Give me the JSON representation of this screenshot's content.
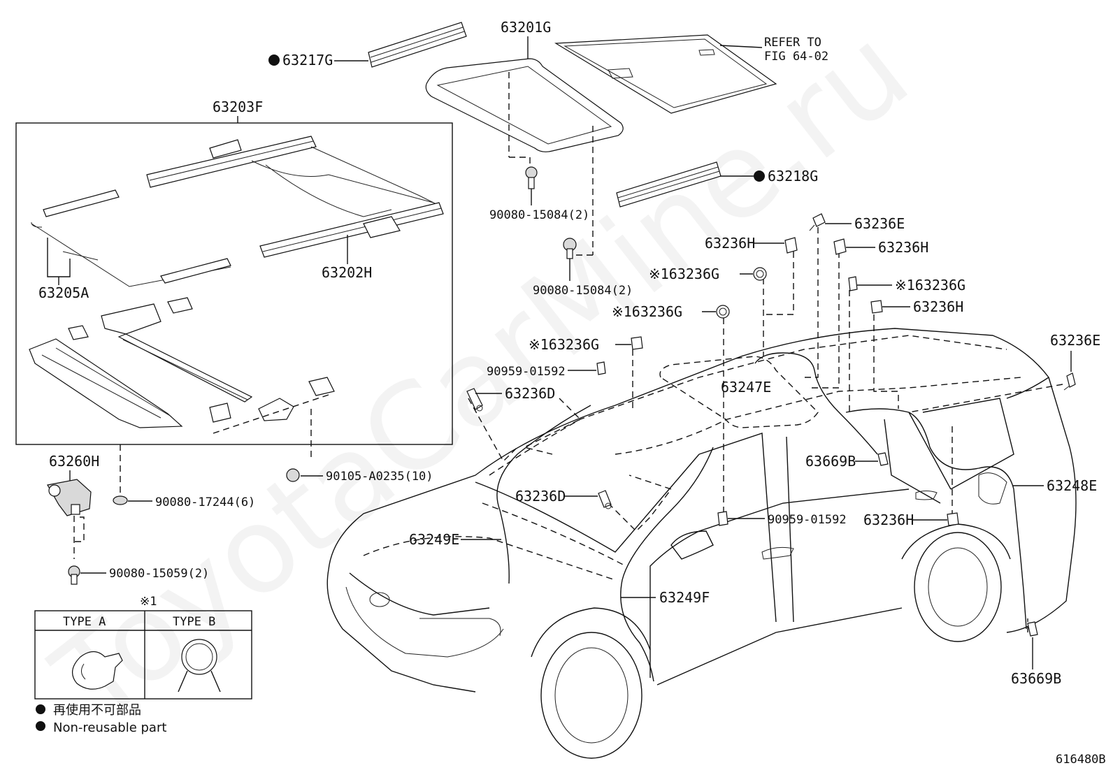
{
  "diagram": {
    "watermark": "ToyotaCarMine.ru",
    "figure_id": "616480B",
    "refer_note": [
      "REFER TO",
      "FIG 64-02"
    ],
    "labels": {
      "p63201G": "63201G",
      "p63217G": "63217G",
      "p63218G": "63218G",
      "p63203F": "63203F",
      "p63202H": "63202H",
      "p63205A": "63205A",
      "p63260H": "63260H",
      "b90080_15084a": "90080-15084(2)",
      "b90080_15084b": "90080-15084(2)",
      "b90105": "90105-A0235(10)",
      "b90080_17244": "90080-17244(6)",
      "b90080_15059": "90080-15059(2)",
      "p63236E_a": "63236E",
      "p63236E_b": "63236E",
      "p63236H_a": "63236H",
      "p63236H_b": "63236H",
      "p63236H_c": "63236H",
      "p63236H_d": "63236H",
      "p63236G_a": "※163236G",
      "p63236G_b": "※163236G",
      "p63236G_c": "※163236G",
      "p63236G_d": "※163236G",
      "b90959_a": "90959-01592",
      "b90959_b": "90959-01592",
      "p63236D_a": "63236D",
      "p63236D_b": "63236D",
      "p63247E": "63247E",
      "p63669B_a": "63669B",
      "p63669B_b": "63669B",
      "p63248E": "63248E",
      "p63249E": "63249E",
      "p63249F": "63249F"
    },
    "legend": {
      "note_mark": "※1",
      "type_a": "TYPE A",
      "type_b": "TYPE B",
      "non_reusable_jp": "再使用不可部品",
      "non_reusable_en": "Non-reusable part"
    }
  }
}
